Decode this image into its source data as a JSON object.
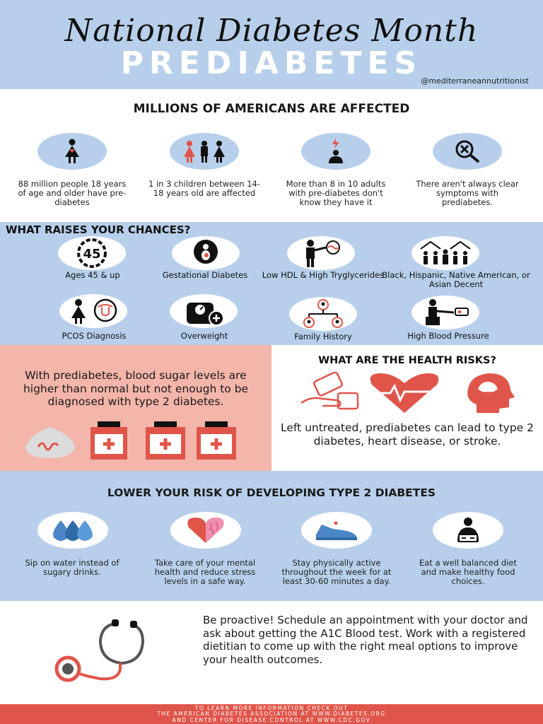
{
  "header": {
    "script_title": "National Diabetes Month",
    "title": "PREDIABETES",
    "handle": "@mediterraneannutritionist"
  },
  "affected": {
    "title": "MILLIONS OF AMERICANS ARE AFFECTED",
    "items": [
      {
        "icon": "woman-heart-icon",
        "text": "88 million people 18 years of age and older have pre-diabetes"
      },
      {
        "icon": "children-icon",
        "text": "1 in 3 children between 14-18 years old are affected"
      },
      {
        "icon": "person-alert-icon",
        "text": "More than 8 in 10 adults with pre-diabetes don't know they have it"
      },
      {
        "icon": "magnifier-x-icon",
        "text": "There aren't always clear symptoms with prediabetes."
      }
    ]
  },
  "chances": {
    "title": "WHAT RAISES YOUR CHANCES?",
    "items": [
      {
        "icon": "age-45-icon",
        "label": "45",
        "text": "Ages 45 & up"
      },
      {
        "icon": "pregnancy-icon",
        "text": "Gestational Diabetes"
      },
      {
        "icon": "cholesterol-icon",
        "text": "Low HDL & High Tryglycerides"
      },
      {
        "icon": "diverse-people-icon",
        "text": "Black, Hispanic, Native American, or Asian Decent"
      },
      {
        "icon": "pcos-icon",
        "text": "PCOS Diagnosis"
      },
      {
        "icon": "scale-icon",
        "text": "Overweight"
      },
      {
        "icon": "family-tree-icon",
        "text": "Family History"
      },
      {
        "icon": "blood-pressure-icon",
        "text": "High Blood Pressure"
      }
    ]
  },
  "prediabetes_box": {
    "text": "With prediabetes, blood sugar levels are higher than normal but not enough to be diagnosed with type 2 diabetes."
  },
  "risks": {
    "title": "WHAT ARE THE HEALTH RISKS?",
    "text": "Left untreated, prediabetes can lead to type 2 diabetes, heart disease, or stroke."
  },
  "lower": {
    "title": "LOWER YOUR RISK OF DEVELOPING TYPE 2 DIABETES",
    "items": [
      {
        "icon": "water-drops-icon",
        "text": "Sip on water instead of sugary drinks."
      },
      {
        "icon": "heart-brain-icon",
        "text": "Take care of your mental health and reduce stress levels in a safe way."
      },
      {
        "icon": "sneaker-icon",
        "text": "Stay physically active throughout the week for at least 30-60 minutes a day."
      },
      {
        "icon": "healthy-food-icon",
        "text": "Eat a well balanced diet and make healthy food choices."
      }
    ]
  },
  "proactive": {
    "text": "Be proactive! Schedule an appointment with your doctor and ask about getting the A1C Blood test. Work with a registered dietitian to come up with the right meal options to improve your health outcomes."
  },
  "footer": {
    "line1": "TO LEARN MORE INFORMATION CHECK OUT",
    "line2": "THE AMERICAN DIABETES ASSOCIATION AT WWW.DIABETES.ORG",
    "line3": "AND CENTER FOR DISEASE CONTROL AT WWW.CDC.GOV"
  },
  "colors": {
    "blue": "#b7cfea",
    "pink": "#f4b5aa",
    "red": "#e0554a",
    "dark": "#1a1a1a"
  }
}
